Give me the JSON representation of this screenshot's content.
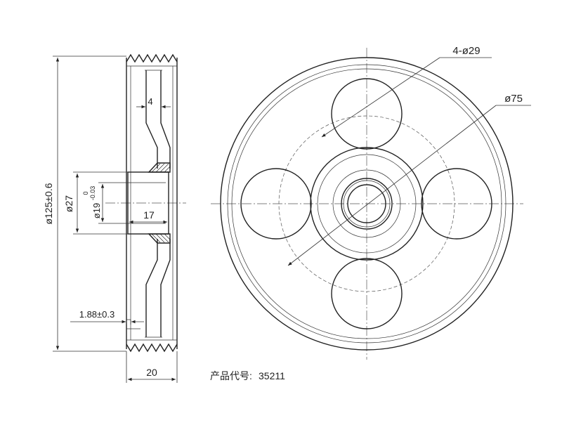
{
  "drawing": {
    "product_code_label": "产品代号:",
    "product_code": "35211",
    "dimensions": {
      "outer_diameter": "ø125±0.6",
      "hub_diameter": "ø27",
      "bore_diameter": "ø19",
      "bore_tol_upper": "0",
      "bore_tol_lower": "-0.03",
      "hub_width": "17",
      "overall_width": "20",
      "web_thickness": "4",
      "groove_offset": "1.88±0.3",
      "holes": "4-ø29",
      "hole_pcd": "ø75"
    }
  }
}
